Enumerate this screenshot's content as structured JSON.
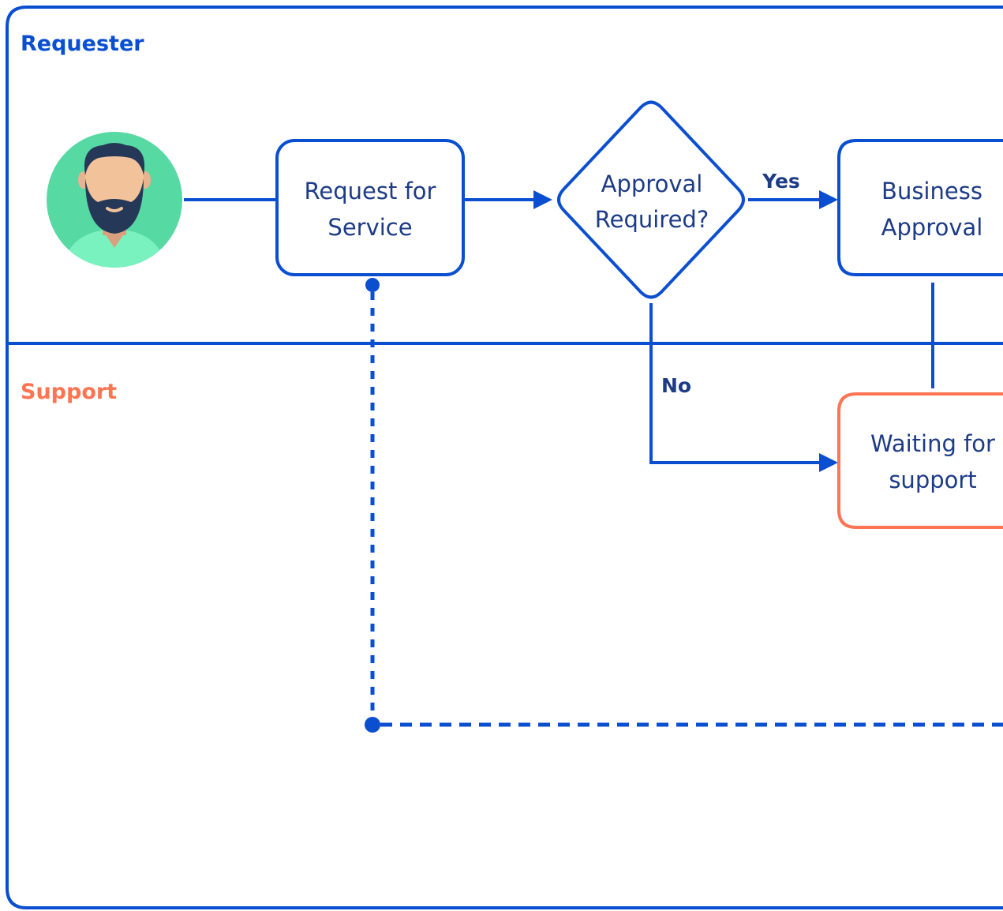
{
  "colors": {
    "primary": "#0b4fd1",
    "support": "#ff7452",
    "text": "#1d3b86",
    "avatar_bg": "#57d9a3"
  },
  "lanes": {
    "requester": {
      "title": "Requester"
    },
    "support": {
      "title": "Support"
    }
  },
  "nodes": {
    "request": {
      "line1": "Request for",
      "line2": "Service"
    },
    "approval_decision": {
      "line1": "Approval",
      "line2": "Required?"
    },
    "business_approval": {
      "line1": "Business",
      "line2": "Approval"
    },
    "waiting_support": {
      "line1": "Waiting for",
      "line2": "support"
    }
  },
  "edge_labels": {
    "yes": "Yes",
    "no": "No"
  },
  "icons": {
    "avatar": "bearded-man-avatar-icon"
  }
}
